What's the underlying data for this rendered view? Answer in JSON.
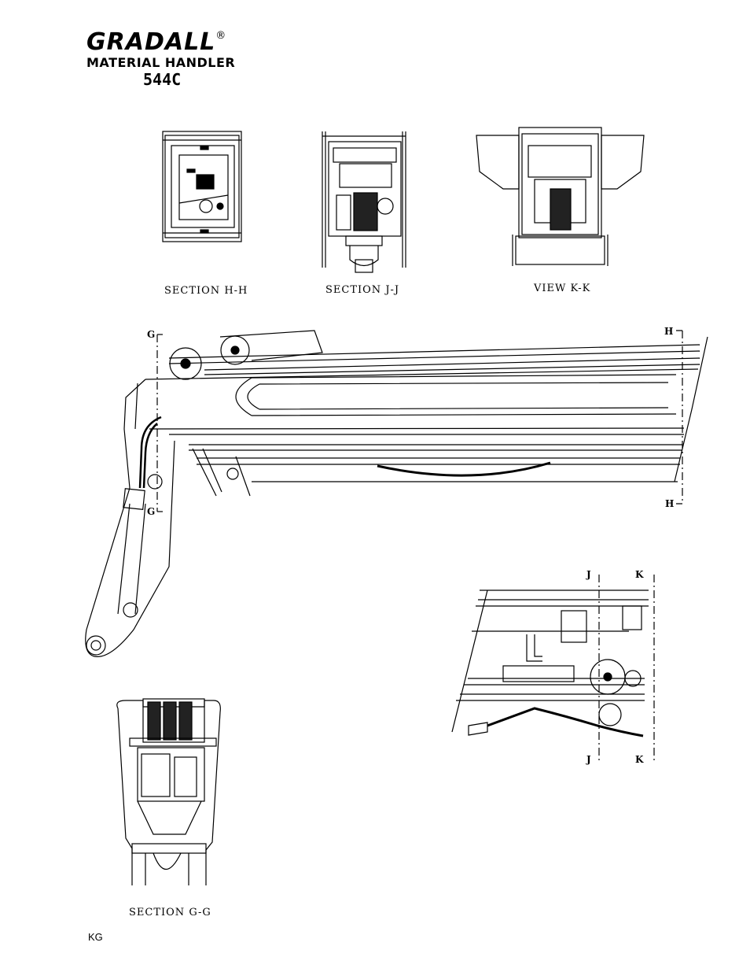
{
  "header": {
    "brand": "GRADALL",
    "registered_mark": "®",
    "subtitle": "MATERIAL HANDLER",
    "model": "544C"
  },
  "views": {
    "section_hh": "SECTION H-H",
    "section_jj": "SECTION J-J",
    "view_kk": "VIEW K-K",
    "section_gg": "SECTION G-G"
  },
  "markers": {
    "g_top": "G",
    "g_bottom": "G",
    "h_top": "H",
    "h_bottom": "H",
    "j_top": "J",
    "j_bottom": "J",
    "k_top": "K",
    "k_bottom": "K"
  },
  "footer": {
    "code": "KG"
  }
}
